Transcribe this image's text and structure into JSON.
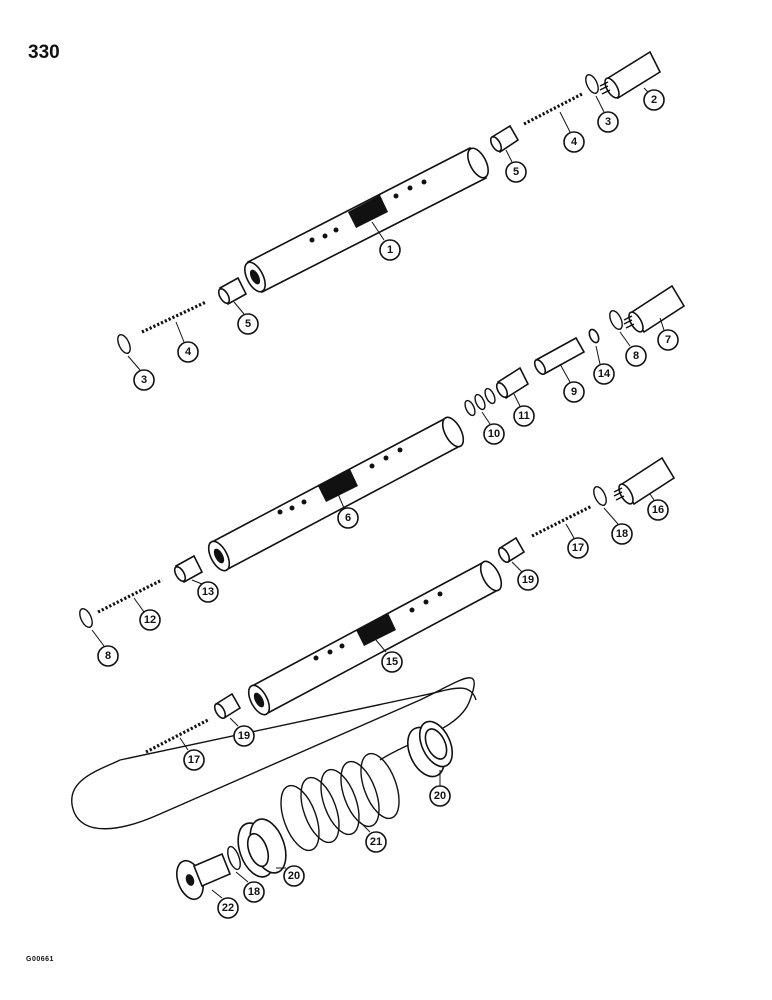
{
  "page": {
    "number": "330",
    "figure_code": "G00661"
  },
  "callouts": [
    "2",
    "3",
    "4",
    "5",
    "1",
    "5",
    "4",
    "3",
    "7",
    "8",
    "14",
    "9",
    "11",
    "10",
    "6",
    "16",
    "18",
    "17",
    "19",
    "13",
    "12",
    "8",
    "15",
    "19",
    "17",
    "20",
    "21",
    "20",
    "18",
    "22"
  ]
}
